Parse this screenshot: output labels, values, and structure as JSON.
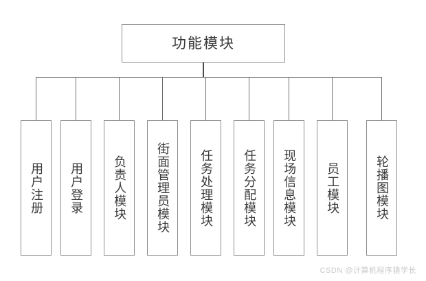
{
  "diagram": {
    "title": "功能模块",
    "type": "tree",
    "root": {
      "label": "功能模块"
    },
    "children": [
      {
        "label": "用户注册"
      },
      {
        "label": "用户登录"
      },
      {
        "label": "负责人模块"
      },
      {
        "label": "街面管理员模块"
      },
      {
        "label": "任务处理模块"
      },
      {
        "label": "任务分配模块"
      },
      {
        "label": "现场信息模块"
      },
      {
        "label": "员工模块"
      },
      {
        "label": "轮播图模块"
      }
    ],
    "colors": {
      "box_border": "#8c8c8c",
      "connector": "#6e6e6e",
      "text": "#3a3a3a",
      "background": "#ffffff",
      "watermark": "#c9c9c9"
    }
  },
  "watermark": {
    "text": "CSDN @计算机程序猿学长"
  }
}
